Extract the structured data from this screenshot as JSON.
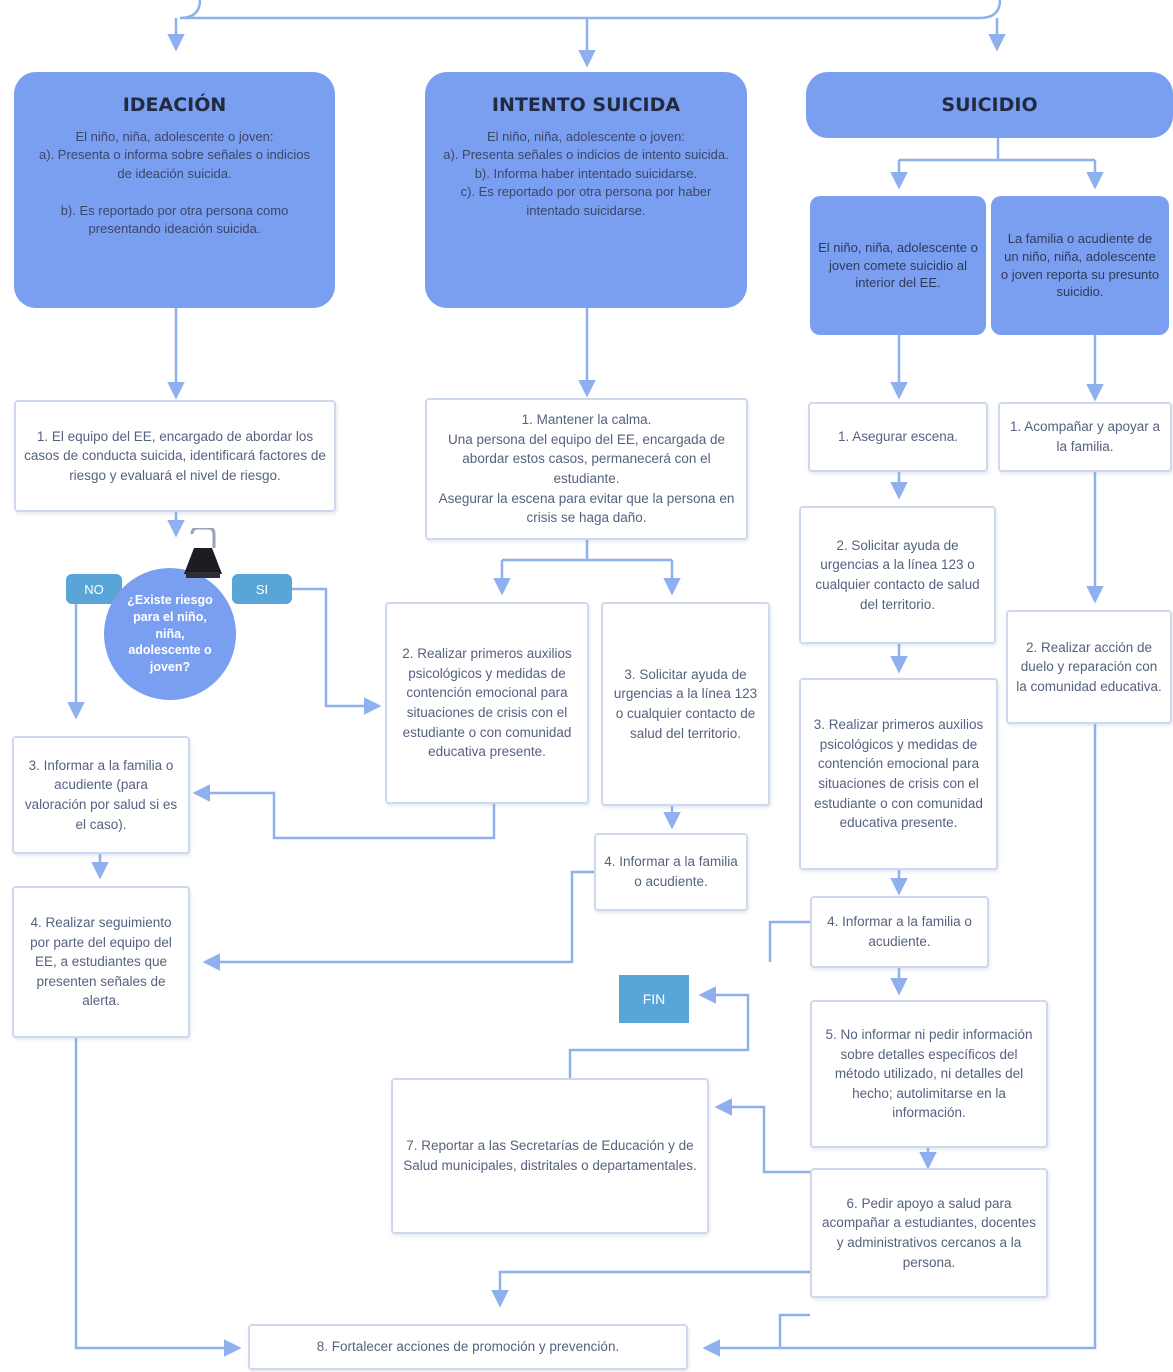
{
  "headers": {
    "ideacion": {
      "title": "IDEACIÓN",
      "body": "El niño, niña, adolescente o joven:\na). Presenta o informa sobre señales o indicios de ideación suicida.\n\nb). Es reportado por otra persona como presentando ideación suicida."
    },
    "intento": {
      "title": "INTENTO SUICIDA",
      "body": "El niño, niña, adolescente o joven:\na). Presenta señales o indicios de intento suicida.\nb). Informa haber intentado suicidarse.\nc). Es reportado por otra persona por haber intentado suicidarse."
    },
    "suicidio": {
      "title": "SUICIDIO"
    }
  },
  "suicidio_cases": {
    "left": "El niño, niña, adolescente o joven comete suicidio al interior del EE.",
    "right": "La familia o acudiente de un niño, niña, adolescente o joven reporta su presunto suicidio."
  },
  "ideacion_steps": {
    "step1": "1. El equipo del EE, encargado de abordar los casos de conducta suicida, identificará factores de riesgo y evaluará el nivel de riesgo.",
    "decision": "¿Existe riesgo para el niño, niña, adolescente o joven?",
    "no_label": "NO",
    "si_label": "SI",
    "step3": "3. Informar a la familia o acudiente (para valoración por salud si es el caso).",
    "step4": "4. Realizar seguimiento por parte del equipo del EE, a estudiantes que presenten señales de alerta."
  },
  "intento_steps": {
    "step1": "1. Mantener la calma.\nUna persona del equipo del EE, encargada de abordar estos casos, permanecerá con el estudiante.\nAsegurar la escena para evitar que la persona en crisis se haga daño.",
    "step2": "2. Realizar primeros auxilios psicológicos y medidas de contención emocional para situaciones de crisis con el estudiante o con comunidad educativa presente.",
    "step3": "3. Solicitar ayuda de urgencias a la línea 123 o cualquier contacto de salud del territorio.",
    "step4": "4. Informar a la familia o acudiente."
  },
  "suicidio_left_steps": {
    "step1": "1. Asegurar escena.",
    "step2": "2. Solicitar ayuda de urgencias a la línea 123 o cualquier contacto de salud del territorio.",
    "step3": "3. Realizar primeros auxilios psicológicos y medidas de contención emocional para situaciones de crisis con el estudiante o con comunidad educativa presente.",
    "step4": "4. Informar a la familia o acudiente.",
    "step5": "5. No informar ni pedir información sobre detalles específicos del método utilizado, ni detalles del hecho; autolimitarse en la información.",
    "step6": "6. Pedir apoyo a salud para acompañar a estudiantes, docentes y administrativos cercanos a la persona."
  },
  "suicidio_right_steps": {
    "step1": "1. Acompañar y apoyar a la familia.",
    "step2": "2. Realizar acción de duelo y reparación con la comunidad educativa."
  },
  "shared_steps": {
    "report": "7. Reportar a las Secretarías de Educación y de Salud municipales, distritales o departamentales.",
    "fin": "FIN",
    "strengthen": "8. Fortalecer acciones de promoción y prevención."
  },
  "colors": {
    "header_fill": "#7b9ff0",
    "connector": "#8fb0ee",
    "box_border": "#cfd9ee",
    "tag_fill": "#5aa5d8"
  }
}
